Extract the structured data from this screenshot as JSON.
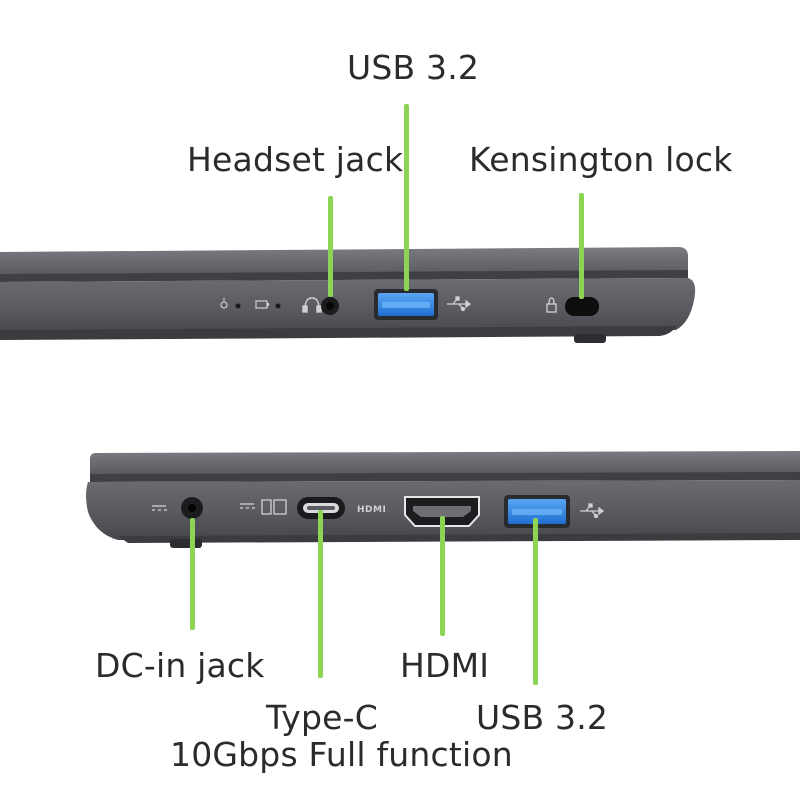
{
  "accent_color": "#8ed454",
  "chassis_color": "#4a4c52",
  "port_color": "#3c8ae6",
  "labels": {
    "usb_top": "USB 3.2",
    "headset": "Headset jack",
    "kensington": "Kensington lock",
    "dc_in": "DC-in jack",
    "typec_line1": "Type-C",
    "typec_line2": "10Gbps Full function",
    "hdmi": "HDMI",
    "usb_bottom": "USB 3.2"
  },
  "icons": {
    "top_side": [
      "power-led-icon",
      "battery-led-icon",
      "headset-icon",
      "usb-symbol-icon",
      "lock-symbol-icon"
    ],
    "bottom_side": [
      "dc-symbol-icon",
      "thunder-symbol-icon",
      "hdmi-logo-icon",
      "usb-symbol-icon"
    ]
  },
  "hdmi_logo_text": "HDMI"
}
